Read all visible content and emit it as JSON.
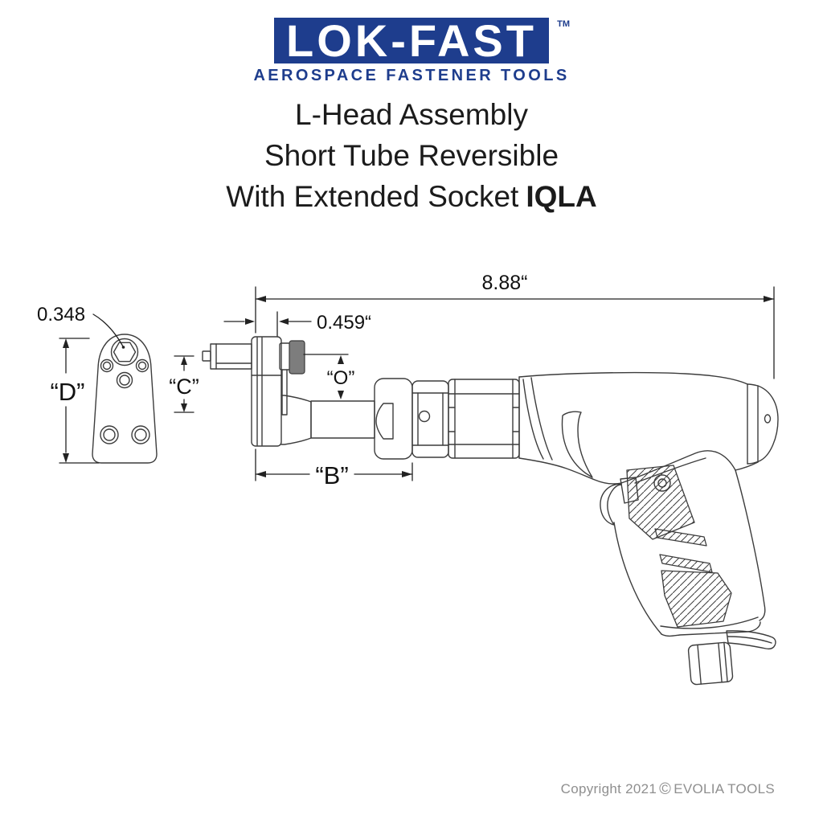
{
  "logo": {
    "brand": "LOK-FAST",
    "trademark": "TM",
    "tagline": "AEROSPACE FASTENER TOOLS",
    "brand_color": "#1e3d8d"
  },
  "title": {
    "line1": "L-Head Assembly",
    "line2": "Short Tube Reversible",
    "line3_text": "With Extended Socket",
    "line3_model": "IQLA"
  },
  "drawing": {
    "dimensions": {
      "overall_length": "8.88“",
      "head_front_depth": "0.459“",
      "hex_socket_size": "0.348",
      "head_height_label": "“D”",
      "clearance_label": "“C”",
      "tube_diameter_label": "“O”",
      "head_length_label": "“B”"
    }
  },
  "footer": {
    "copyright": "Copyright 2021",
    "symbol": "©",
    "company": "EVOLIA TOOLS"
  }
}
